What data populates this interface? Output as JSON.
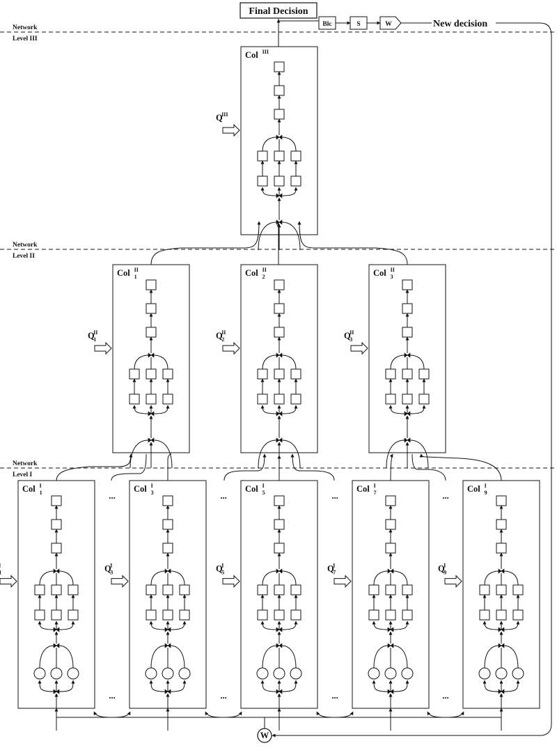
{
  "final_decision": "Final Decision",
  "new_decision": "New decision",
  "feedback_chain": [
    "Blc",
    "S",
    "W"
  ],
  "bottom_node": "W",
  "levels": [
    {
      "label": "Network",
      "level": "Level III"
    },
    {
      "label": "Network",
      "level": "Level II"
    },
    {
      "label": "Network",
      "level": "Level I"
    }
  ],
  "col_prefix": "Col",
  "q_prefix": "Q",
  "ellipsis": "...",
  "level3": {
    "sup": "III"
  },
  "level2": {
    "sup": "II",
    "subs": [
      "1",
      "2",
      "3"
    ]
  },
  "level1": {
    "sup": "I",
    "subs": [
      "1",
      "3",
      "5",
      "7",
      "9"
    ]
  }
}
